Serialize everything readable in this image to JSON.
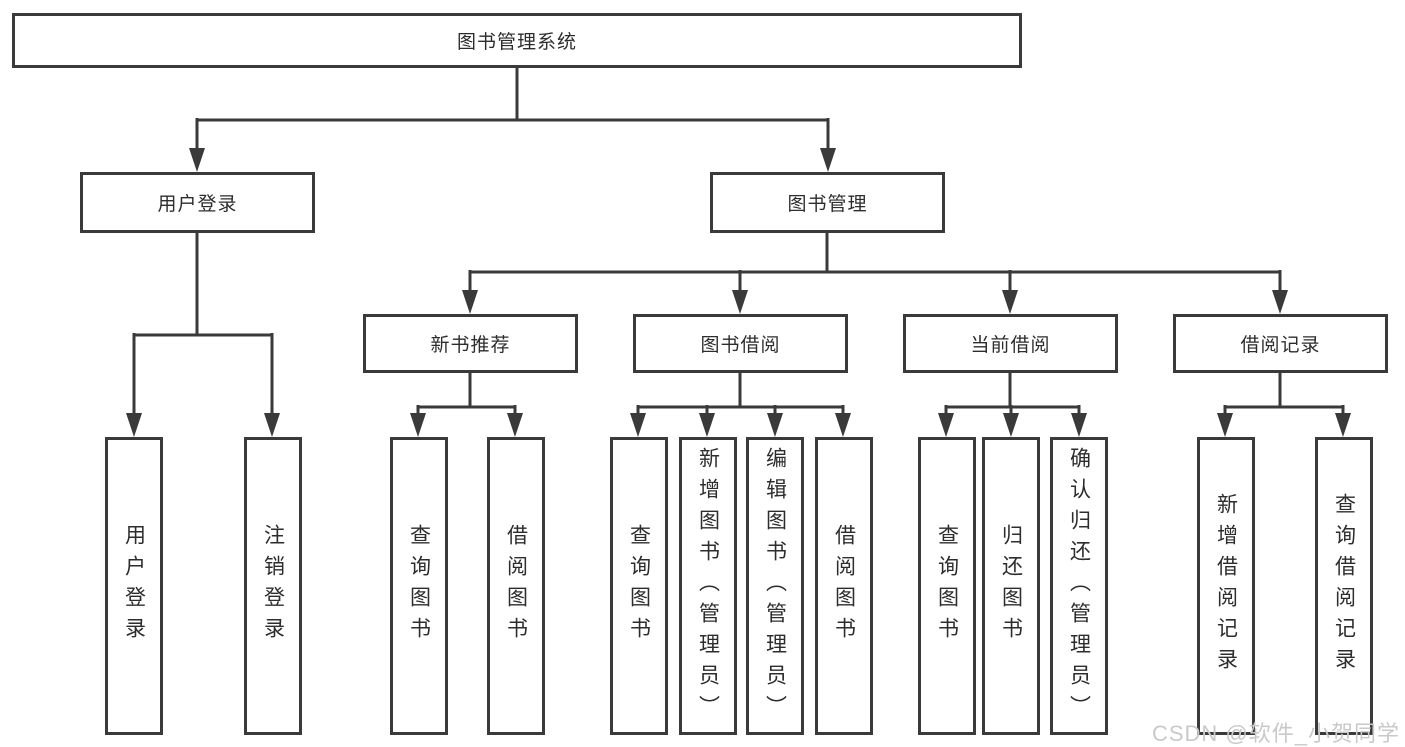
{
  "diagram": {
    "root": {
      "label": "图书管理系统"
    },
    "level2": [
      {
        "label": "用户登录"
      },
      {
        "label": "图书管理"
      }
    ],
    "level3": [
      {
        "label": "新书推荐"
      },
      {
        "label": "图书借阅"
      },
      {
        "label": "当前借阅"
      },
      {
        "label": "借阅记录"
      }
    ],
    "leaves": [
      {
        "label": "用户登录"
      },
      {
        "label": "注销登录"
      },
      {
        "label": "查询图书"
      },
      {
        "label": "借阅图书"
      },
      {
        "label": "查询图书"
      },
      {
        "label": "新增图书（管理员）"
      },
      {
        "label": "编辑图书（管理员）"
      },
      {
        "label": "借阅图书"
      },
      {
        "label": "查询图书"
      },
      {
        "label": "归还图书"
      },
      {
        "label": "确认归还（管理员）"
      },
      {
        "label": "新增借阅记录"
      },
      {
        "label": "查询借阅记录"
      }
    ]
  },
  "watermark": {
    "text": "CSDN @软件_小贺同学"
  },
  "colors": {
    "line": "#3a3a3a",
    "text": "#2d2d2d",
    "watermark": "#c9c9c9",
    "background": "#ffffff"
  }
}
